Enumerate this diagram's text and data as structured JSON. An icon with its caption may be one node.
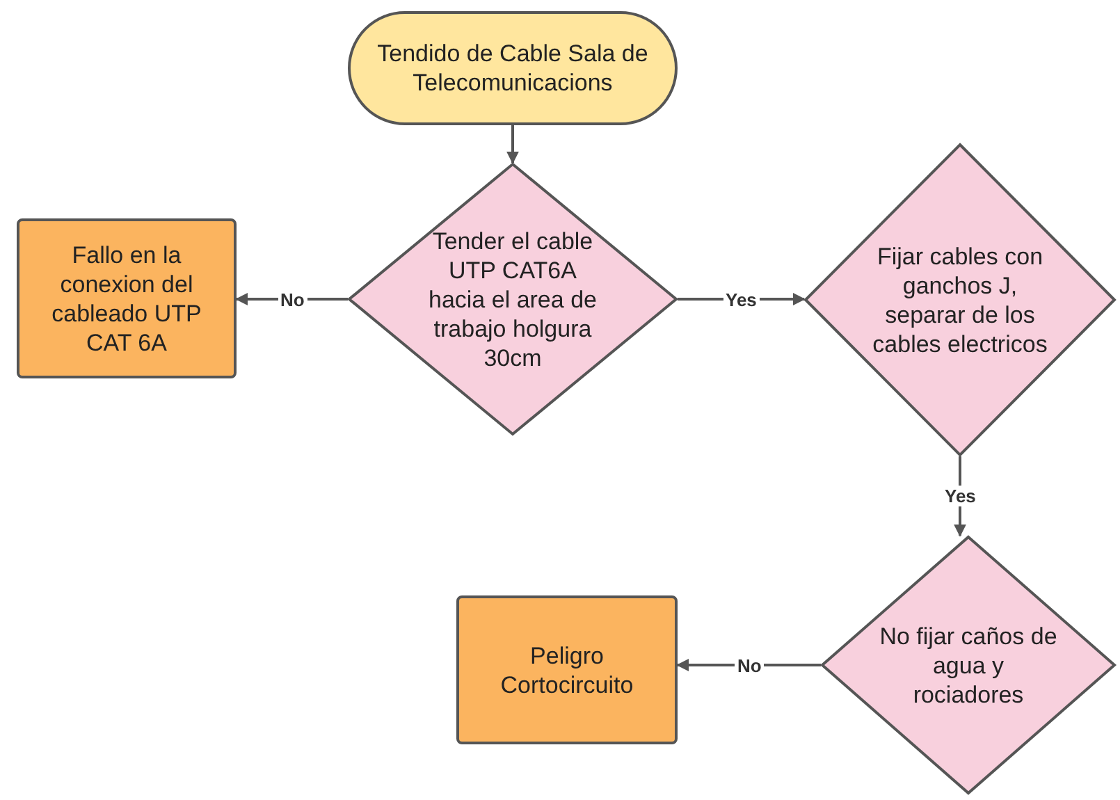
{
  "diagram": {
    "nodes": [
      {
        "text": [
          "Tendido de Cable Sala de Telecomunicacions"
        ]
      },
      {
        "text": [
          "Tender el cable UTP CAT6A hacia el area de trabajo holgura 30cm"
        ]
      },
      {
        "text": [
          "Fallo en la conexion del cableado UTP CAT 6A"
        ]
      },
      {
        "text": [
          "Fijar cables con ganchos J, separar de los cables electricos"
        ]
      },
      {
        "text": [
          "No fijar caños de agua y rociadores"
        ]
      },
      {
        "text": [
          "Peligro Cortocircuito"
        ]
      }
    ],
    "edges": [
      {
        "from": 0,
        "to": 1,
        "arrow": "to"
      },
      {
        "from": 1,
        "to": 2,
        "arrow": "to",
        "label": "No"
      },
      {
        "from": 1,
        "to": 3,
        "arrow": "to",
        "label": "Yes"
      },
      {
        "from": 3,
        "to": 4,
        "arrow": "to",
        "label": "Yes"
      },
      {
        "from": 4,
        "to": 5,
        "arrow": "to",
        "label": "No"
      }
    ]
  }
}
